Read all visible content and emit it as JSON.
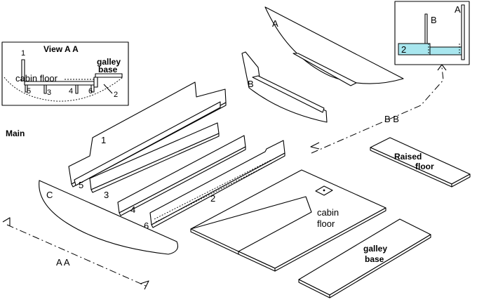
{
  "main_label": "Main",
  "view_aa": {
    "title": "View A A",
    "part_1": "1",
    "galley_base": "galley\nbase",
    "galley_line1": "galley",
    "galley_line2": "base",
    "cabin_floor": "cabin floor",
    "n5": "5",
    "n3": "3",
    "n4": "4",
    "n6": "6",
    "n2": "2"
  },
  "view_bb": {
    "a": "A",
    "b": "B",
    "n2": "2",
    "fill_color": "#a8e6ee"
  },
  "panels": {
    "a": "A",
    "b": "B",
    "c": "C",
    "p1": "1",
    "p2": "2",
    "p3": "3",
    "p4": "4",
    "p5": "5",
    "p6": "6",
    "raised_1": "Raised",
    "raised_2": "floor",
    "cabin_1": "cabin",
    "cabin_2": "floor",
    "galley_1": "galley",
    "galley_2": "base"
  },
  "section_bb": "B B",
  "section_aa": "A A"
}
